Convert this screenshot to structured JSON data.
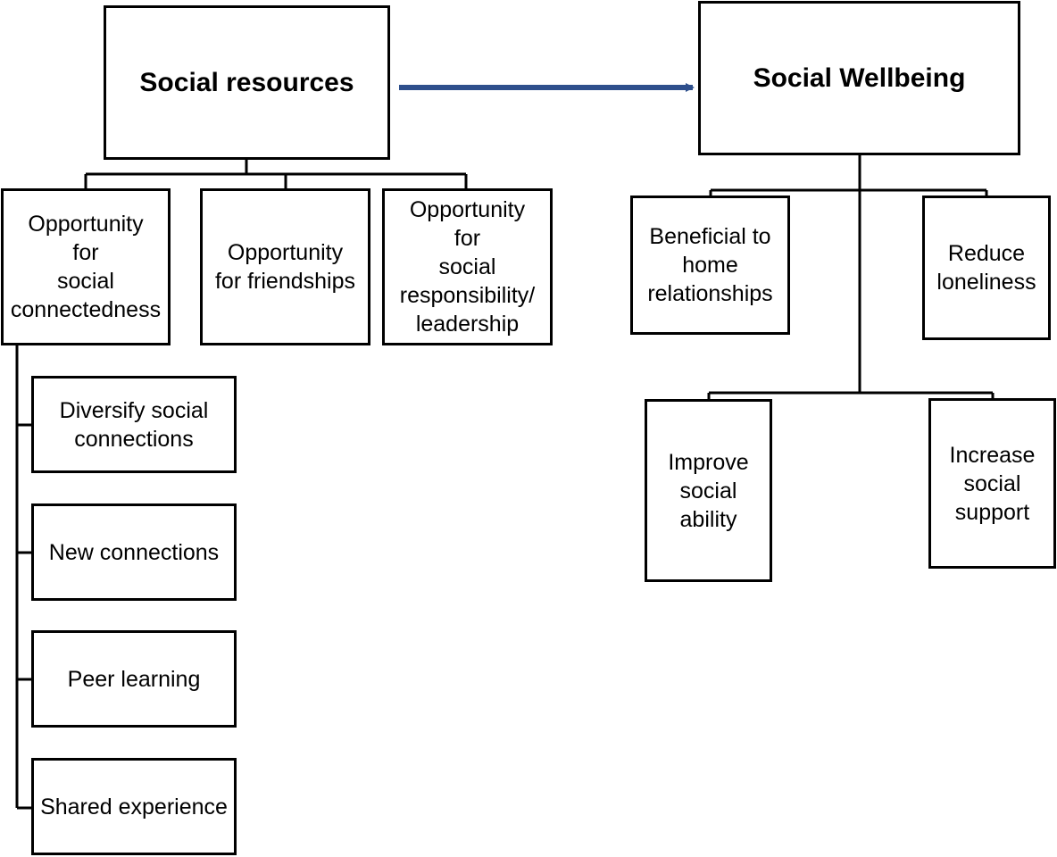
{
  "left": {
    "title": "Social resources",
    "children": [
      "Opportunity\nfor\nsocial\nconnectedness",
      "Opportunity\nfor friendships",
      "Opportunity\nfor\nsocial\nresponsibility/\nleadership"
    ],
    "subitems": [
      "Diversify social\nconnections",
      "New connections",
      "Peer learning",
      "Shared experience"
    ]
  },
  "right": {
    "title": "Social Wellbeing",
    "children": [
      "Beneficial to\nhome\nrelationships",
      "Reduce\nloneliness",
      "Improve\nsocial\nability",
      "Increase\nsocial\nsupport"
    ]
  },
  "colors": {
    "arrow": "#2E4F8C",
    "line": "#000000"
  }
}
